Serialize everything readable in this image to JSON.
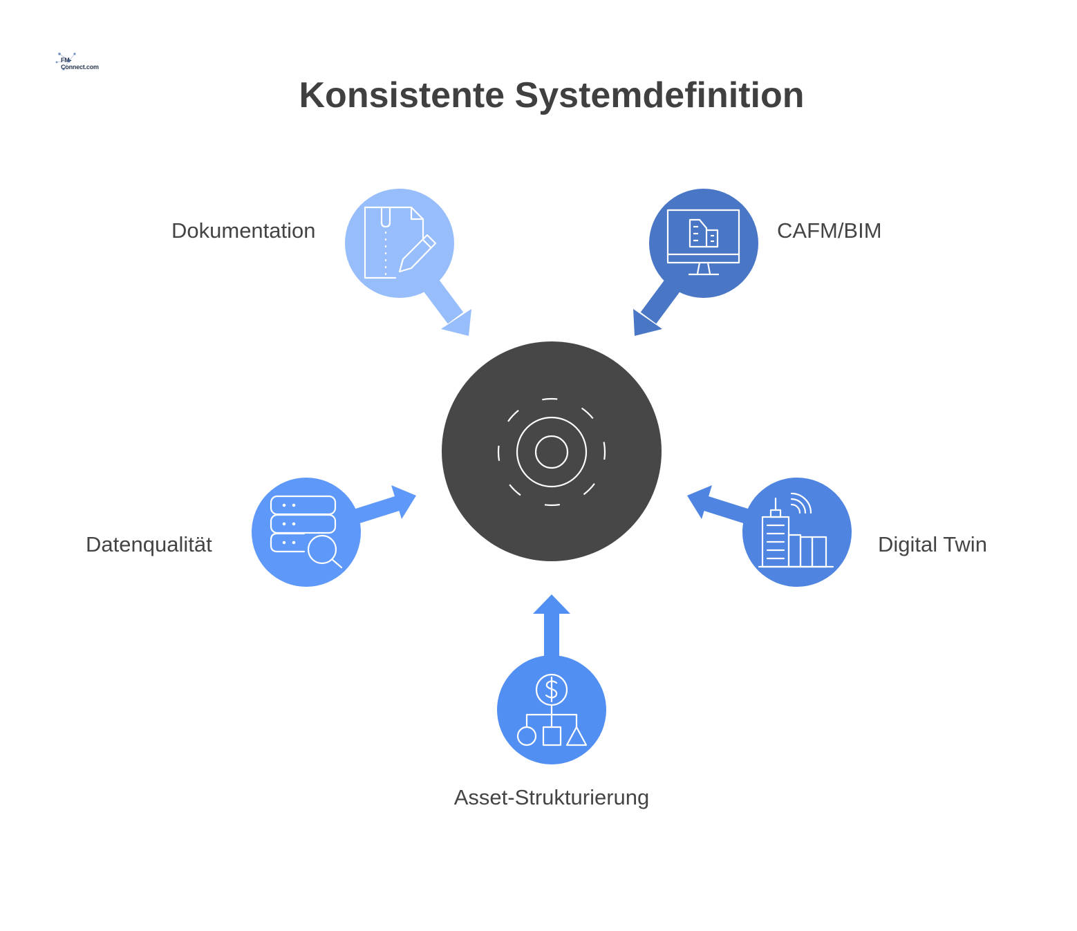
{
  "logo": {
    "text": "FM-Connect.com",
    "name": "fm-connect-logo"
  },
  "title": "Konsistente Systemdefinition",
  "center": {
    "icon": "target-icon",
    "color": "#474747"
  },
  "nodes": [
    {
      "key": "doc",
      "label": "Dokumentation",
      "icon": "document-edit-icon",
      "color": "#97bdfb"
    },
    {
      "key": "cafm",
      "label": "CAFM/BIM",
      "icon": "monitor-building-icon",
      "color": "#4977c6"
    },
    {
      "key": "daten",
      "label": "Datenqualität",
      "icon": "database-search-icon",
      "color": "#5e99fa"
    },
    {
      "key": "twin",
      "label": "Digital Twin",
      "icon": "building-signal-icon",
      "color": "#4f85e1"
    },
    {
      "key": "asset",
      "label": "Asset-Strukturierung",
      "icon": "asset-hierarchy-icon",
      "color": "#528ff3"
    }
  ]
}
